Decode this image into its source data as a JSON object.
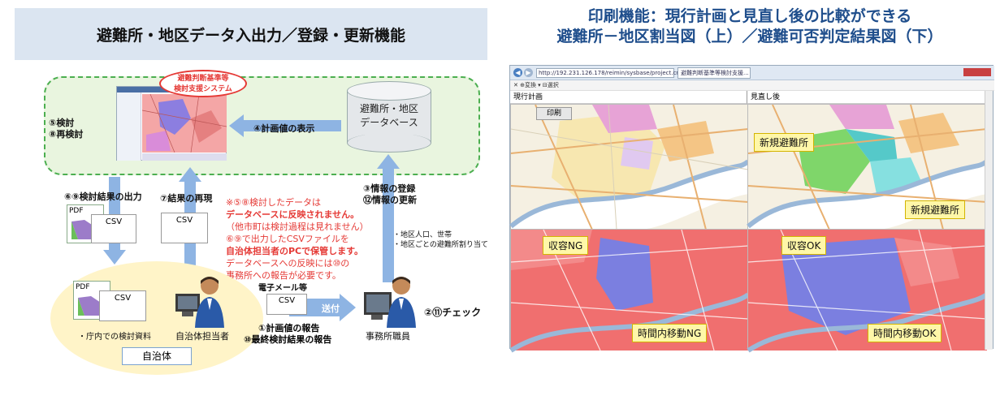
{
  "left": {
    "title": "避難所・地区データ入出力／登録・更新機能",
    "badge": [
      "避難判断基準等",
      "検討支援システム"
    ],
    "step_review": [
      "⑤検討",
      "⑧再検討"
    ],
    "display_label": "④計画値の表示",
    "db_label": [
      "避難所・地区",
      "データベース"
    ],
    "output_label": "⑥⑨検討結果の出力",
    "reproduce_label": "⑦結果の再現",
    "register_label": [
      "③情報の登録",
      "⑫情報の更新"
    ],
    "note_lines": [
      "※⑤⑧検討したデータは",
      "データベースに反映されません。",
      "（他市町は検討過程は見れません）",
      "⑥⑨で出力したCSVファイルを",
      "自治体担当者のPCで保管します。",
      "データベースへの反映には⑩の",
      "事務所への報告が必要です。"
    ],
    "population_label": [
      "・地区人口、世帯",
      "・地区ごとの避難所割り当て"
    ],
    "pdf": "PDF",
    "csv": "CSV",
    "email_label": "電子メール等",
    "send_label": "送付",
    "report_label": [
      "①計画値の報告",
      "⑩最終検討結果の報告"
    ],
    "check_label": "②⑪チェック",
    "office_staff": "事務所職員",
    "municipal_staff": "自治体担当者",
    "internal_docs": "・庁内での検討資料",
    "municipality": "自治体"
  },
  "right": {
    "title_lines": [
      "印刷機能：現行計画と見直し後の比較ができる",
      "避難所－地区割当図（上）／避難可否判定結果図（下）"
    ],
    "url": "http://192.231.126.178/reimin/sysbase/project.cm",
    "tab": "避難判断基準等検討支援...",
    "menu": "✕ ⊕変換 ▾ ⊟選択",
    "panel_current": "現行計画",
    "panel_revised": "見直し後",
    "print_button": "印刷",
    "callouts": {
      "new_shelter_1": "新規避難所",
      "new_shelter_2": "新規避難所",
      "capacity_ng": "収容NG",
      "capacity_ok": "収容OK",
      "move_ng": "時間内移動NG",
      "move_ok": "時間内移動OK"
    }
  },
  "colors": {
    "title_bg": "#dbe5f1",
    "green_box": "#e9f5df",
    "arrow": "#8eb4e3",
    "red_text": "#e53935",
    "municipality_bg": "#fff4c8",
    "right_title": "#1f4e8c"
  }
}
